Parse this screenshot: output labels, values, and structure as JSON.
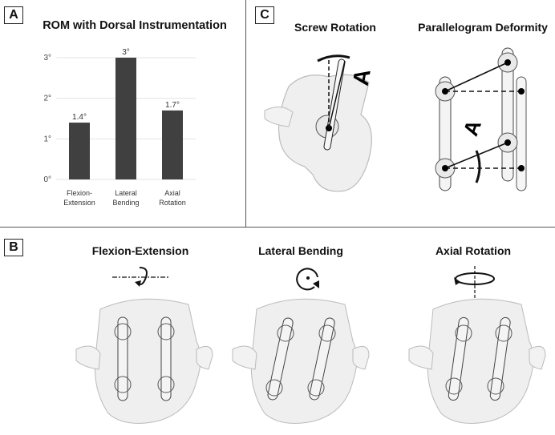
{
  "panels": {
    "a": {
      "label": "A",
      "title": "ROM with Dorsal Instrumentation"
    },
    "b": {
      "label": "B",
      "motions": [
        "Flexion-Extension",
        "Lateral Bending",
        "Axial Rotation"
      ]
    },
    "c": {
      "label": "C",
      "titles": [
        "Screw Rotation",
        "Parallelogram Deformity"
      ]
    }
  },
  "chart_data": {
    "type": "bar",
    "title": "ROM with Dorsal Instrumentation",
    "categories": [
      [
        "Flexion-",
        "Extension"
      ],
      [
        "Lateral",
        "Bending"
      ],
      [
        "Axial",
        "Rotation"
      ]
    ],
    "values": [
      1.4,
      3.0,
      1.7
    ],
    "value_labels": [
      "1.4°",
      "3°",
      "1.7°"
    ],
    "yticks": [
      "0°",
      "1°",
      "2°",
      "3°"
    ],
    "ylim": [
      0,
      3
    ],
    "grid": true,
    "bar_color": "#404040"
  },
  "colors": {
    "bar": "#404040",
    "bone": "#efefef",
    "rod": "#f4f4f4",
    "line": "#111111"
  }
}
